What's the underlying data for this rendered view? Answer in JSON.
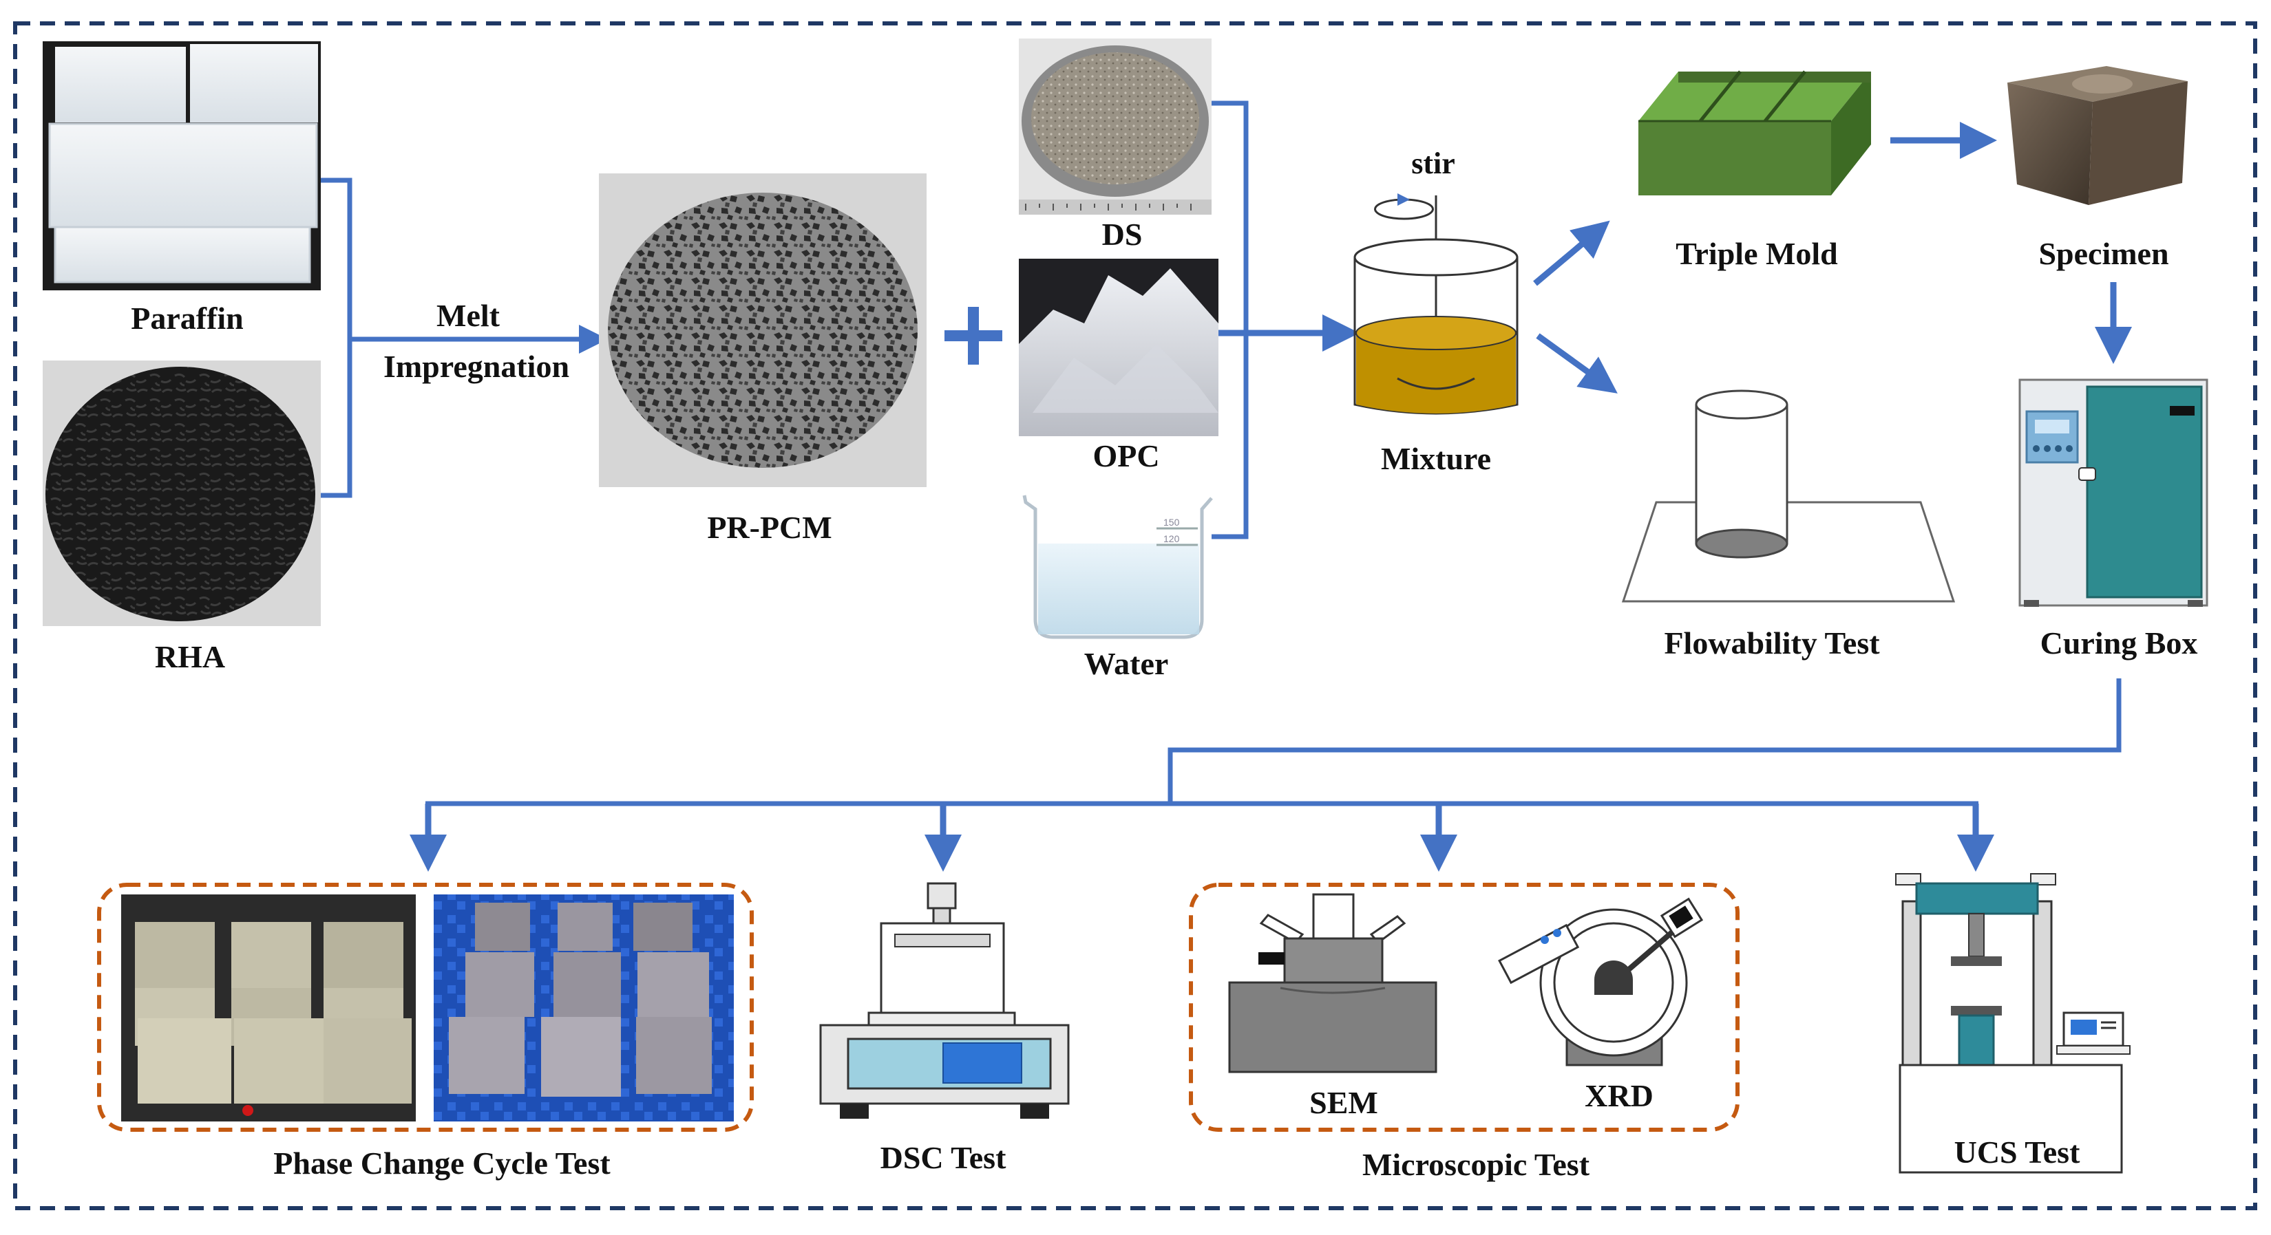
{
  "labels": {
    "paraffin": "Paraffin",
    "rha": "RHA",
    "melt": "Melt",
    "impregnation": "Impregnation",
    "prpcm": "PR-PCM",
    "ds": "DS",
    "opc": "OPC",
    "water": "Water",
    "stir": "stir",
    "mixture": "Mixture",
    "triple_mold": "Triple Mold",
    "specimen": "Specimen",
    "flowability": "Flowability Test",
    "curing_box": "Curing Box",
    "phase_change": "Phase Change Cycle Test",
    "dsc": "DSC Test",
    "sem": "SEM",
    "xrd": "XRD",
    "microscopic": "Microscopic Test",
    "ucs": "UCS Test"
  },
  "beaker_marks": [
    "150",
    "120"
  ],
  "colors": {
    "arrow": "#4472C4",
    "frame": "#1F3864",
    "dashed_group": "#C55A11",
    "mixture_liquid": "#BF9000",
    "mold_green": "#548235",
    "curing_teal": "#2E8B8F",
    "ucs_teal": "#2E8B9A",
    "screen_blue": "#2E75D6"
  }
}
